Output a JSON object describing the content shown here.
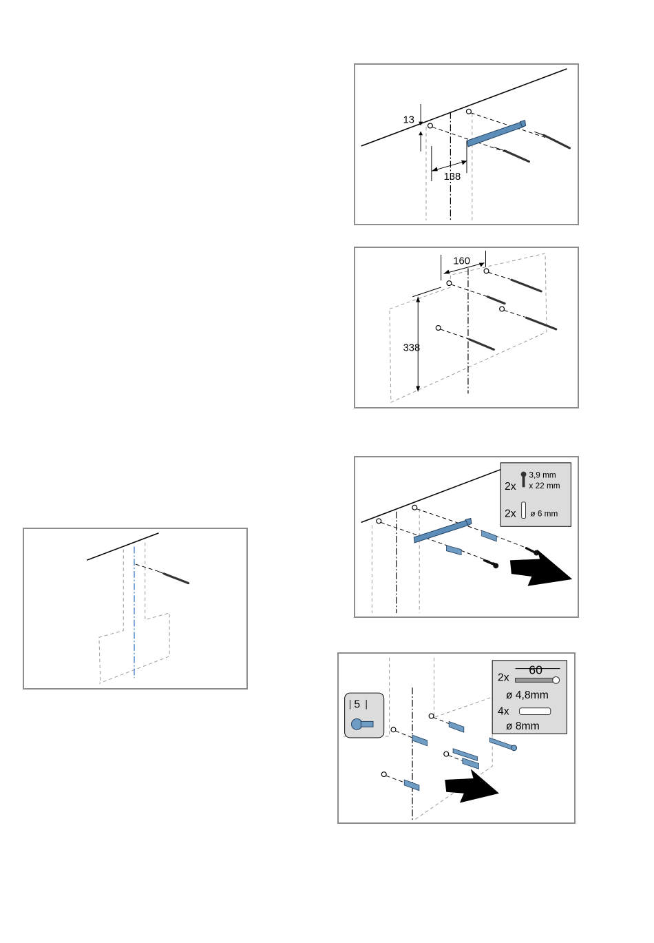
{
  "figures": {
    "fig1": {
      "dim_vertical": "13",
      "dim_horizontal": "138"
    },
    "fig2": {
      "dim_horizontal": "160",
      "dim_vertical": "338"
    },
    "fig3": {
      "legend": {
        "row1_qty": "2x",
        "row1_size_a": "3,9 mm",
        "row1_size_b": "x 22 mm",
        "row2_qty": "2x",
        "row2_size": "ø 6 mm"
      }
    },
    "fig5": {
      "inset_value": "5",
      "legend": {
        "row1_qty": "2x",
        "row1_length": "60",
        "row1_size": "ø 4,8mm",
        "row2_qty": "4x",
        "row2_size": "ø  8mm"
      }
    }
  },
  "colors": {
    "frame": "#8c8c8c",
    "bracket": "#5b8db8",
    "plug": "#6f9cc3",
    "legend_bg": "#dcdcdc",
    "axis_blue": "#2b6fc0"
  }
}
